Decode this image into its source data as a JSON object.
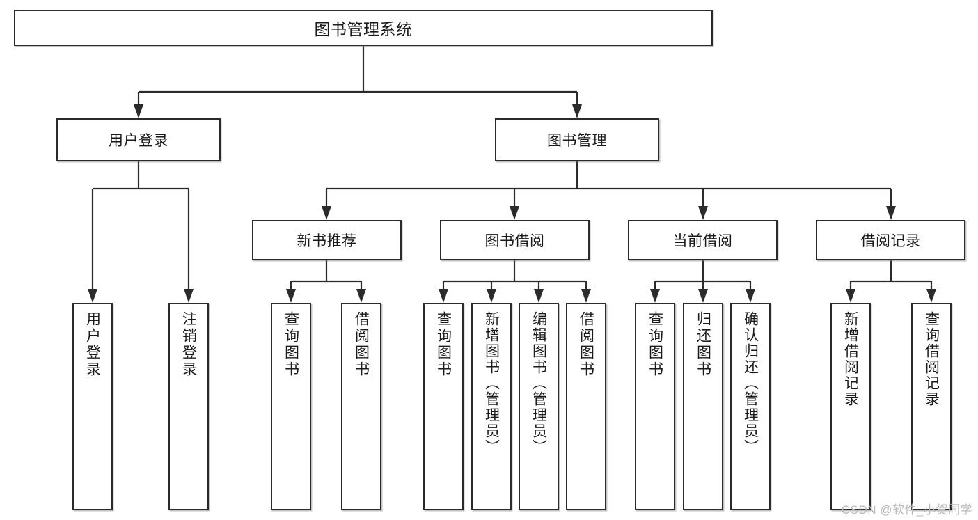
{
  "diagram": {
    "type": "tree",
    "title": "图书管理系统",
    "style": {
      "background": "#ffffff",
      "box_border": "#2b2b2b",
      "box_fill": "#ffffff",
      "text": "#1a1a1a",
      "connector": "#2b2b2b",
      "watermark": "#b9b9b9"
    },
    "root": {
      "label": "图书管理系统"
    },
    "level2": [
      {
        "label": "用户登录"
      },
      {
        "label": "图书管理"
      }
    ],
    "level3": [
      {
        "label": "新书推荐"
      },
      {
        "label": "图书借阅"
      },
      {
        "label": "当前借阅"
      },
      {
        "label": "借阅记录"
      }
    ],
    "leaves": {
      "user_login": [
        {
          "label": "用户登录"
        },
        {
          "label": "注销登录"
        }
      ],
      "new_book_recommend": [
        {
          "label": "查询图书"
        },
        {
          "label": "借阅图书"
        }
      ],
      "book_borrow": [
        {
          "label": "查询图书"
        },
        {
          "label": "新增图书（管理员）"
        },
        {
          "label": "编辑图书（管理员）"
        },
        {
          "label": "借阅图书"
        }
      ],
      "current_borrow": [
        {
          "label": "查询图书"
        },
        {
          "label": "归还图书"
        },
        {
          "label": "确认归还（管理员）"
        }
      ],
      "borrow_record": [
        {
          "label": "新增借阅记录"
        },
        {
          "label": "查询借阅记录"
        }
      ]
    }
  },
  "watermark": {
    "text": "CSDN @软件_小贺同学"
  }
}
